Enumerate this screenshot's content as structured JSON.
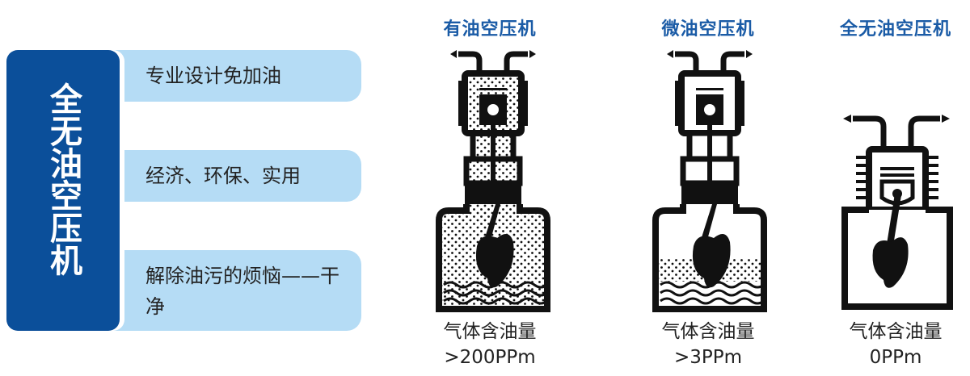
{
  "left_panel": {
    "title": "全无油空压机",
    "features": [
      "专业设计免加油",
      "经济、环保、实用",
      "解除油污的烦恼——干净"
    ]
  },
  "compressors": [
    {
      "title": "有油空压机",
      "label": "气体含油量",
      "value": ">200PPm",
      "oil_mist": "full"
    },
    {
      "title": "微油空压机",
      "label": "气体含油量",
      "value": ">3PPm",
      "oil_mist": "low"
    },
    {
      "title": "全无油空压机",
      "label": "气体含油量",
      "value": "0PPm",
      "oil_mist": "none"
    }
  ],
  "colors": {
    "primary": "#0b4f9a",
    "bar": "#b5dcf5",
    "title": "#1a5ba6"
  }
}
